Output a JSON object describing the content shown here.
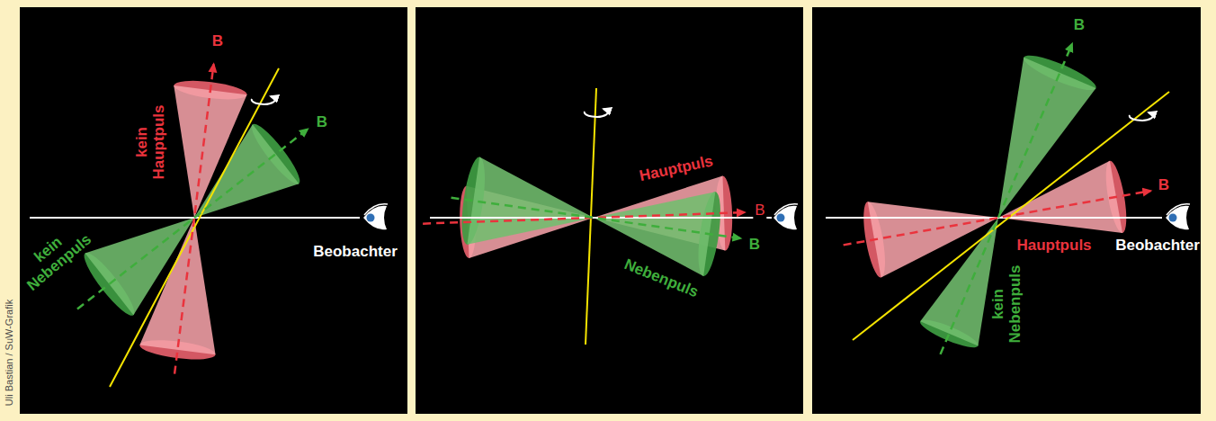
{
  "diagram": {
    "labels": [
      "B",
      "kein Hauptpuls",
      "B",
      "Beobachter",
      "kein Nebenpuls",
      "Hauptpuls",
      "B",
      "Nebenpuls",
      "B",
      "B",
      "B",
      "Hauptpuls",
      "Beobachter",
      "kein Nebenpuls",
      "Uli Bastian / SuW-Grafik"
    ]
  }
}
